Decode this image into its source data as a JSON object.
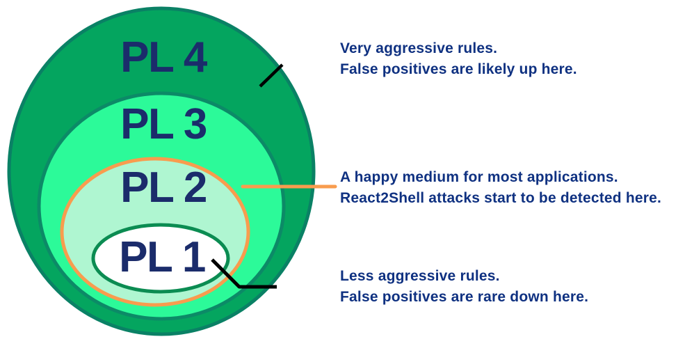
{
  "levels": [
    {
      "id": "pl4",
      "label": "PL 4",
      "fill": "#04A55F",
      "border": "#0A8165"
    },
    {
      "id": "pl3",
      "label": "PL 3",
      "fill": "#2CFA99",
      "border": "#0C8A67"
    },
    {
      "id": "pl2",
      "label": "PL 2",
      "fill": "#AFF6D1",
      "border": "#F89C4E"
    },
    {
      "id": "pl1",
      "label": "PL 1",
      "fill": "#FFFFFF",
      "border": "#0B8C52"
    }
  ],
  "annotations": [
    {
      "target": "PL 4",
      "line1": "Very aggressive rules.",
      "line2": "False positives are likely up here."
    },
    {
      "target": "PL 2",
      "line1": "A happy medium for most applications.",
      "line2": "React2Shell attacks start to be detected here."
    },
    {
      "target": "PL 1",
      "line1": "Less aggressive rules.",
      "line2": "False positives are rare down here."
    }
  ],
  "colors": {
    "background": "#FFFFFF",
    "label_text": "#1B2C6B",
    "annotation_text": "#0F3181",
    "connector_dark": "#000000",
    "connector_orange": "#F89C4E"
  }
}
